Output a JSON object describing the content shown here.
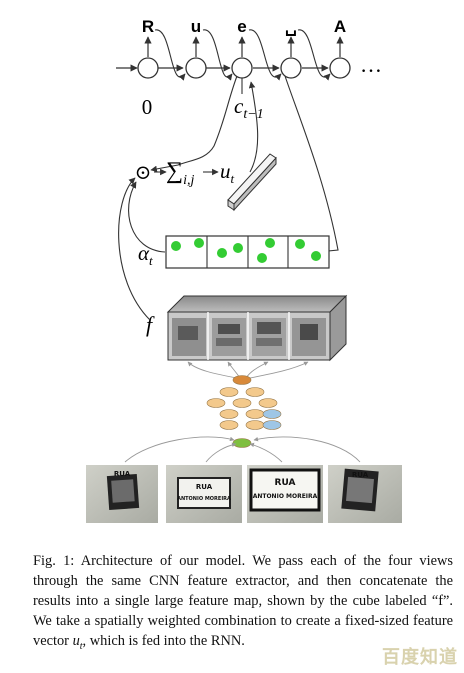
{
  "rnn": {
    "outputs": [
      "R",
      "u",
      "e",
      "␣",
      "A"
    ],
    "ellipsis": "…",
    "initial_state": "0",
    "context_base": "c",
    "context_sub": "t−1"
  },
  "attention": {
    "odot": "⊙",
    "sum": "∑",
    "sum_sub": "i,j",
    "u_base": "u",
    "u_sub": "t",
    "alpha_base": "α",
    "alpha_sub": "t",
    "f_label": "f"
  },
  "views": [
    {
      "line1": "RUA",
      "line2": ""
    },
    {
      "line1": "RUA",
      "line2": "ANTONIO MOREIRA"
    },
    {
      "line1": "RUA",
      "line2": "ANTONIO MOREIRA"
    },
    {
      "line1": "RUA",
      "line2": ""
    }
  ],
  "caption": {
    "text": "Fig. 1: Architecture of our model. We pass each of the four views through the same CNN feature extractor, and then concatenate the results into a single large feature map, shown by the cube labeled “f”. We take a spatially weighted combination to create a fixed-sized feature vector ",
    "u_base": "u",
    "u_sub": "t",
    "tail": ", which is fed into the RNN."
  },
  "watermark": "百度知道",
  "colors": {
    "attention_spot": "#33cc33",
    "cnn_top": "#d8893a",
    "cnn_middle": "#f3c98c",
    "cnn_side": "#9ec6e6",
    "cnn_bottom": "#7fbf3f"
  }
}
